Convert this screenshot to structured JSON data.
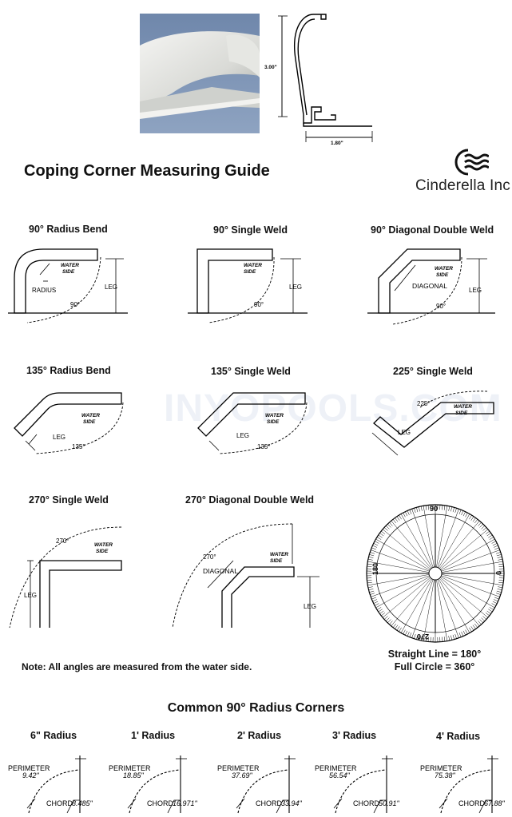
{
  "header": {
    "title": "Coping Corner Measuring Guide",
    "brand": "Cinderella Inc",
    "profile": {
      "height_label": "3.00\"",
      "width_label": "1.80\""
    }
  },
  "diagrams": [
    {
      "title": "90° Radius Bend",
      "labels": [
        "WATER",
        "SIDE",
        "RADIUS",
        "LEG",
        "90°"
      ]
    },
    {
      "title": "90° Single Weld",
      "labels": [
        "WATER",
        "SIDE",
        "LEG",
        "90°"
      ]
    },
    {
      "title": "90° Diagonal Double Weld",
      "labels": [
        "WATER",
        "SIDE",
        "DIAGONAL",
        "LEG",
        "90°"
      ]
    },
    {
      "title": "135° Radius Bend",
      "labels": [
        "WATER",
        "SIDE",
        "LEG",
        "135°"
      ]
    },
    {
      "title": "135° Single Weld",
      "labels": [
        "WATER",
        "SIDE",
        "LEG",
        "135°"
      ]
    },
    {
      "title": "225° Single Weld",
      "labels": [
        "225°",
        "WATER",
        "SIDE",
        "LEG"
      ]
    },
    {
      "title": "270° Single Weld",
      "labels": [
        "270°",
        "WATER",
        "SIDE",
        "LEG"
      ]
    },
    {
      "title": "270° Diagonal Double Weld",
      "labels": [
        "270°",
        "DIAGONAL",
        "WATER",
        "SIDE",
        "LEG"
      ]
    }
  ],
  "protractor": {
    "marks": [
      "90",
      "180",
      "0",
      "270"
    ],
    "caption1": "Straight Line = 180°",
    "caption2": "Full Circle = 360°"
  },
  "note": "Note:  All angles are measured from the water side.",
  "radius_section": {
    "title": "Common 90° Radius Corners",
    "corners": [
      {
        "label": "6\" Radius",
        "perimeter": "9.42\"",
        "chord": "8.485\""
      },
      {
        "label": "1' Radius",
        "perimeter": "18.85\"",
        "chord": "16.971\""
      },
      {
        "label": "2' Radius",
        "perimeter": "37.69\"",
        "chord": "33.94\""
      },
      {
        "label": "3' Radius",
        "perimeter": "56.54\"",
        "chord": "50.91\""
      },
      {
        "label": "4' Radius",
        "perimeter": "75.38\"",
        "chord": "67.88\""
      }
    ],
    "perimeter_word": "PERIMETER",
    "chord_word": "CHORD"
  },
  "watermark": "INYOPOOLS.COM"
}
